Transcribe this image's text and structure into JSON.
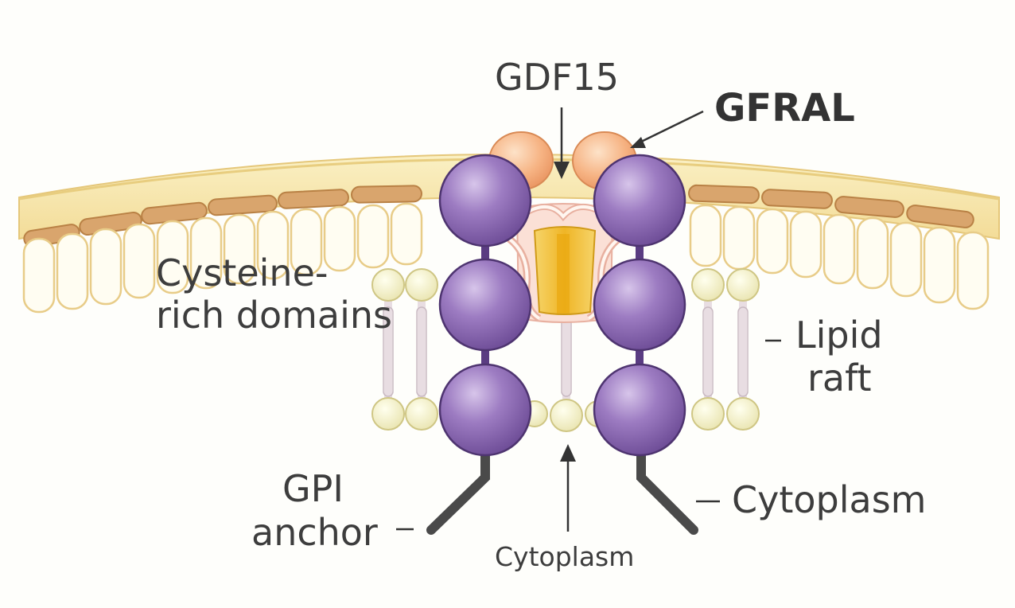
{
  "labels": {
    "gdf15": "GDF15",
    "gfral": "GFRAL",
    "cysteine_line1": "Cysteine-",
    "cysteine_line2": "rich domains",
    "lipid_line1": "Lipid",
    "lipid_line2": "raft",
    "gpi_line1": "GPI",
    "gpi_line2": "anchor",
    "cytoplasm_right": "Cytoplasm",
    "cytoplasm_bottom": "Cytoplasm"
  },
  "colors": {
    "receptor_domain": "#8f6bb3",
    "ligand": "#f4a878",
    "membrane_outer": "#f6e3a6",
    "membrane_band": "#d8a46c",
    "lipid_head": "#f4f2c8",
    "core": "#f2c030",
    "anchor": "#4a4a4a"
  }
}
